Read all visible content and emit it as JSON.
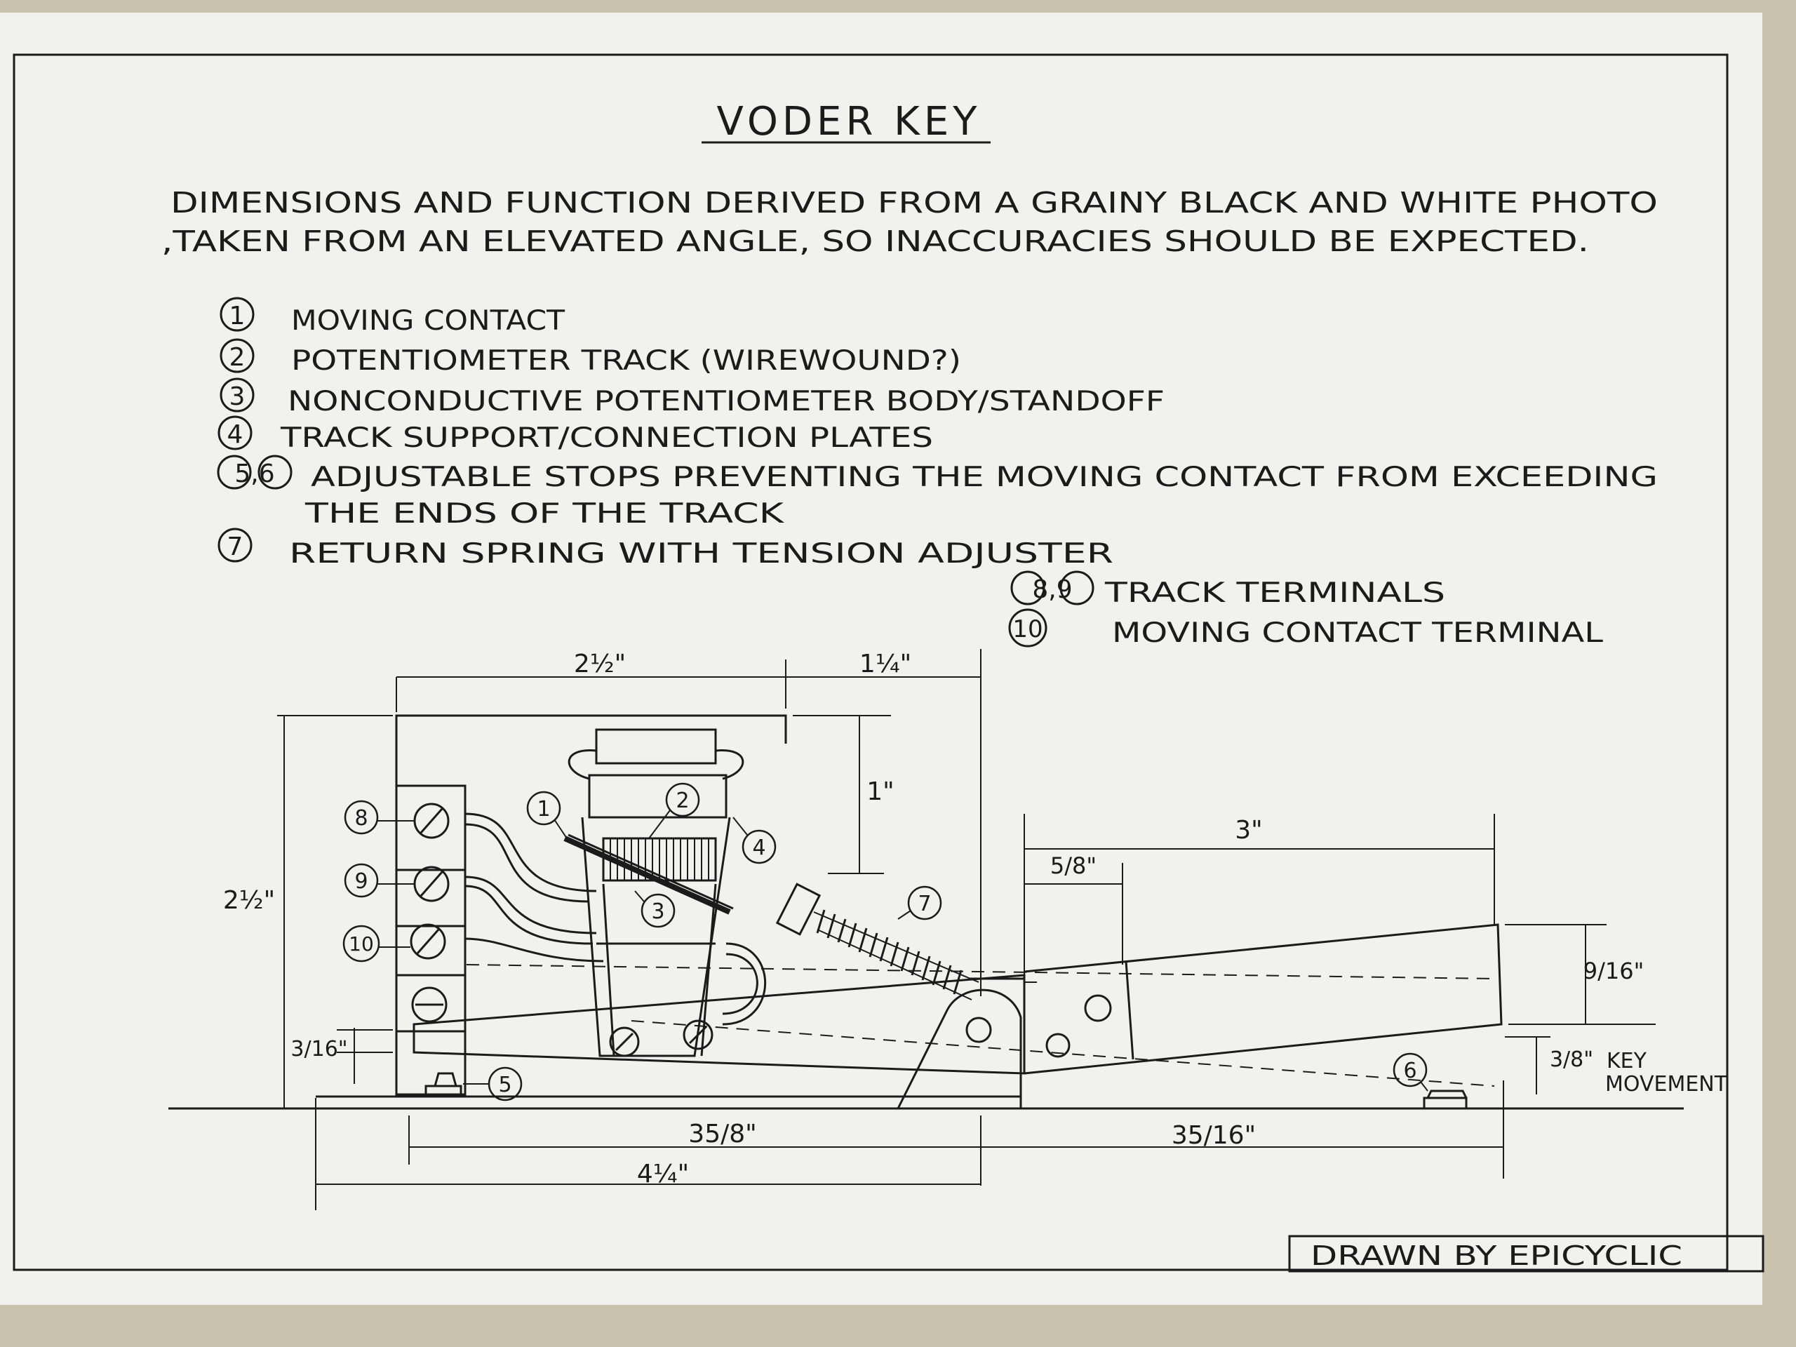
{
  "title": "VODER KEY",
  "intro": {
    "line1": "DIMENSIONS AND FUNCTION DERIVED FROM A GRAINY BLACK AND WHITE PHOTO",
    "line2": ",TAKEN FROM AN ELEVATED ANGLE, SO INACCURACIES SHOULD BE EXPECTED."
  },
  "legend": [
    {
      "num": "1",
      "text": "MOVING CONTACT"
    },
    {
      "num": "2",
      "text": "POTENTIOMETER TRACK (WIREWOUND?)"
    },
    {
      "num": "3",
      "text": "NONCONDUCTIVE POTENTIOMETER BODY/STANDOFF"
    },
    {
      "num": "4",
      "text": "TRACK SUPPORT/CONNECTION PLATES"
    },
    {
      "num": "5,6",
      "text": "ADJUSTABLE STOPS PREVENTING THE MOVING CONTACT FROM EXCEEDING",
      "text2": "THE ENDS OF THE TRACK"
    },
    {
      "num": "7",
      "text": "RETURN SPRING WITH TENSION ADJUSTER"
    },
    {
      "num": "8,9",
      "text": "TRACK TERMINALS"
    },
    {
      "num": "10",
      "text": "MOVING CONTACT TERMINAL"
    }
  ],
  "dimensions": {
    "top_width": "2½\"",
    "top_right": "1¼\"",
    "overall_height": "2½\"",
    "upper_height": "1\"",
    "lever_length": "3\"",
    "lever_offset": "5/8\"",
    "lever_height": "9/16\"",
    "base_gap": "3/16\"",
    "key_travel": "3/8\"",
    "key_movement_label1": "KEY",
    "key_movement_label2": "MOVEMENT",
    "span_left": "35/8\"",
    "span_right": "35/16\"",
    "overall_base": "4¼\""
  },
  "callouts": [
    "1",
    "2",
    "3",
    "4",
    "5",
    "6",
    "7",
    "8",
    "9",
    "10"
  ],
  "credit": "DRAWN BY EPICYCLIC",
  "colors": {
    "background": "#c9c2ad",
    "paper": "#f1f1ee",
    "ink": "#1b1b1b"
  }
}
